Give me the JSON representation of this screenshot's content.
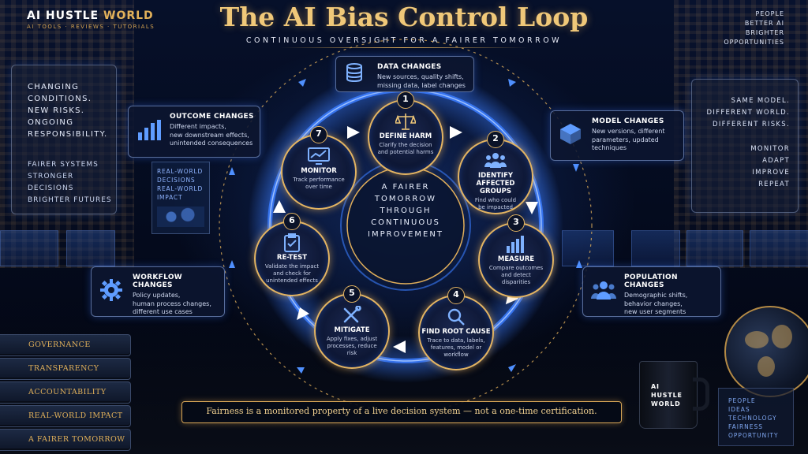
{
  "brand": {
    "name_part1": "AI HUSTLE ",
    "name_part2": "WORLD",
    "tagline": "AI TOOLS · REVIEWS · TUTORIALS"
  },
  "header": {
    "title": "The AI Bias Control Loop",
    "subtitle": "CONTINUOUS OVERSIGHT FOR A FAIRER TOMORROW"
  },
  "top_right_note": [
    "PEOPLE",
    "BETTER AI",
    "BRIGHTER",
    "OPPORTUNITIES"
  ],
  "left_panel": {
    "lines": [
      "CHANGING",
      "CONDITIONS.",
      "NEW RISKS.",
      "ONGOING",
      "RESPONSIBILITY."
    ],
    "sub_lines": [
      "FAIRER SYSTEMS",
      "STRONGER DECISIONS",
      "BRIGHTER FUTURES"
    ]
  },
  "right_panel": {
    "lines": [
      "SAME MODEL.",
      "DIFFERENT WORLD.",
      "DIFFERENT RISKS."
    ],
    "sub_lines": [
      "MONITOR",
      "ADAPT",
      "IMPROVE",
      "REPEAT"
    ]
  },
  "real_world_panel": [
    "REAL-WORLD",
    "DECISIONS",
    "REAL-WORLD",
    "IMPACT"
  ],
  "changes": {
    "data": {
      "title": "DATA CHANGES",
      "desc": [
        "New sources, quality shifts,",
        "missing data, label changes"
      ],
      "icon": "database-icon"
    },
    "outcome": {
      "title": "OUTCOME CHANGES",
      "desc": [
        "Different impacts,",
        "new downstream effects,",
        "unintended consequences"
      ],
      "icon": "bar-chart-icon"
    },
    "model": {
      "title": "MODEL CHANGES",
      "desc": [
        "New versions, different",
        "parameters, updated",
        "techniques"
      ],
      "icon": "cube-icon"
    },
    "workflow": {
      "title": "WORKFLOW CHANGES",
      "desc": [
        "Policy updates,",
        "human process changes,",
        "different use cases"
      ],
      "icon": "gear-icon"
    },
    "population": {
      "title": "POPULATION CHANGES",
      "desc": [
        "Demographic shifts,",
        "behavior changes,",
        "new user segments"
      ],
      "icon": "people-icon"
    }
  },
  "steps": [
    {
      "num": "1",
      "title": "DEFINE HARM",
      "desc": [
        "Clarify the decision",
        "and potential harms"
      ],
      "icon": "scales-icon"
    },
    {
      "num": "2",
      "title": "IDENTIFY AFFECTED GROUPS",
      "desc": [
        "Find who could",
        "be impacted"
      ],
      "icon": "group-icon"
    },
    {
      "num": "3",
      "title": "MEASURE",
      "desc": [
        "Compare outcomes",
        "and detect disparities"
      ],
      "icon": "bar-chart-icon"
    },
    {
      "num": "4",
      "title": "FIND ROOT CAUSE",
      "desc": [
        "Trace to data, labels,",
        "features, model or",
        "workflow"
      ],
      "icon": "magnifier-icon"
    },
    {
      "num": "5",
      "title": "MITIGATE",
      "desc": [
        "Apply fixes, adjust",
        "processes, reduce risk"
      ],
      "icon": "tools-icon"
    },
    {
      "num": "6",
      "title": "RE-TEST",
      "desc": [
        "Validate the impact",
        "and check for",
        "unintended effects"
      ],
      "icon": "clipboard-icon"
    },
    {
      "num": "7",
      "title": "MONITOR",
      "desc": [
        "Track performance",
        "over time"
      ],
      "icon": "monitor-icon"
    }
  ],
  "center_text": [
    "A FAIRER",
    "TOMORROW",
    "THROUGH",
    "CONTINUOUS",
    "IMPROVEMENT"
  ],
  "footer": "Fairness is a monitored property of a live decision system — not a one-time certification.",
  "books": [
    "GOVERNANCE",
    "TRANSPARENCY",
    "ACCOUNTABILITY",
    "REAL-WORLD IMPACT",
    "A FAIRER TOMORROW"
  ],
  "mug": [
    "AI",
    "HUSTLE",
    "WORLD"
  ],
  "bottom_right_note": [
    "PEOPLE",
    "IDEAS",
    "TECHNOLOGY",
    "FAIRNESS",
    "OPPORTUNITY"
  ],
  "colors": {
    "gold": "#e3b462",
    "blue_glow": "#3b7dff",
    "bg": "#050a18"
  }
}
